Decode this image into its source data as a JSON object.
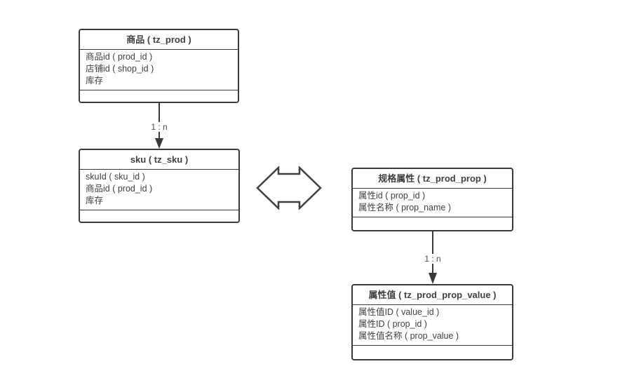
{
  "diagram": {
    "background_color": "#ffffff",
    "line_color": "#3a3a3a",
    "text_color": "#404040",
    "tables": [
      {
        "id": "tz_prod",
        "title": "商品 ( tz_prod )",
        "fields": [
          "商品id ( prod_id )",
          "店铺id ( shop_id )",
          "库存"
        ]
      },
      {
        "id": "tz_sku",
        "title": "sku ( tz_sku )",
        "fields": [
          "skuId ( sku_id )",
          "商品id ( prod_id )",
          "库存"
        ]
      },
      {
        "id": "tz_prod_prop",
        "title": "规格属性 ( tz_prod_prop )",
        "fields": [
          "属性id ( prop_id )",
          "属性名称 ( prop_name )"
        ]
      },
      {
        "id": "tz_prod_prop_value",
        "title": "属性值 ( tz_prod_prop_value )",
        "fields": [
          "属性值ID ( value_id )",
          "属性ID ( prop_id )",
          "属性值名称 ( prop_value )"
        ]
      }
    ],
    "relations": [
      {
        "from": "tz_prod",
        "to": "tz_sku",
        "label": "1 : n",
        "type": "one-to-many"
      },
      {
        "from": "tz_prod_prop",
        "to": "tz_prod_prop_value",
        "label": "1 : n",
        "type": "one-to-many"
      },
      {
        "from": "tz_sku",
        "to": "tz_prod_prop",
        "label": "",
        "type": "bidirectional"
      }
    ]
  }
}
